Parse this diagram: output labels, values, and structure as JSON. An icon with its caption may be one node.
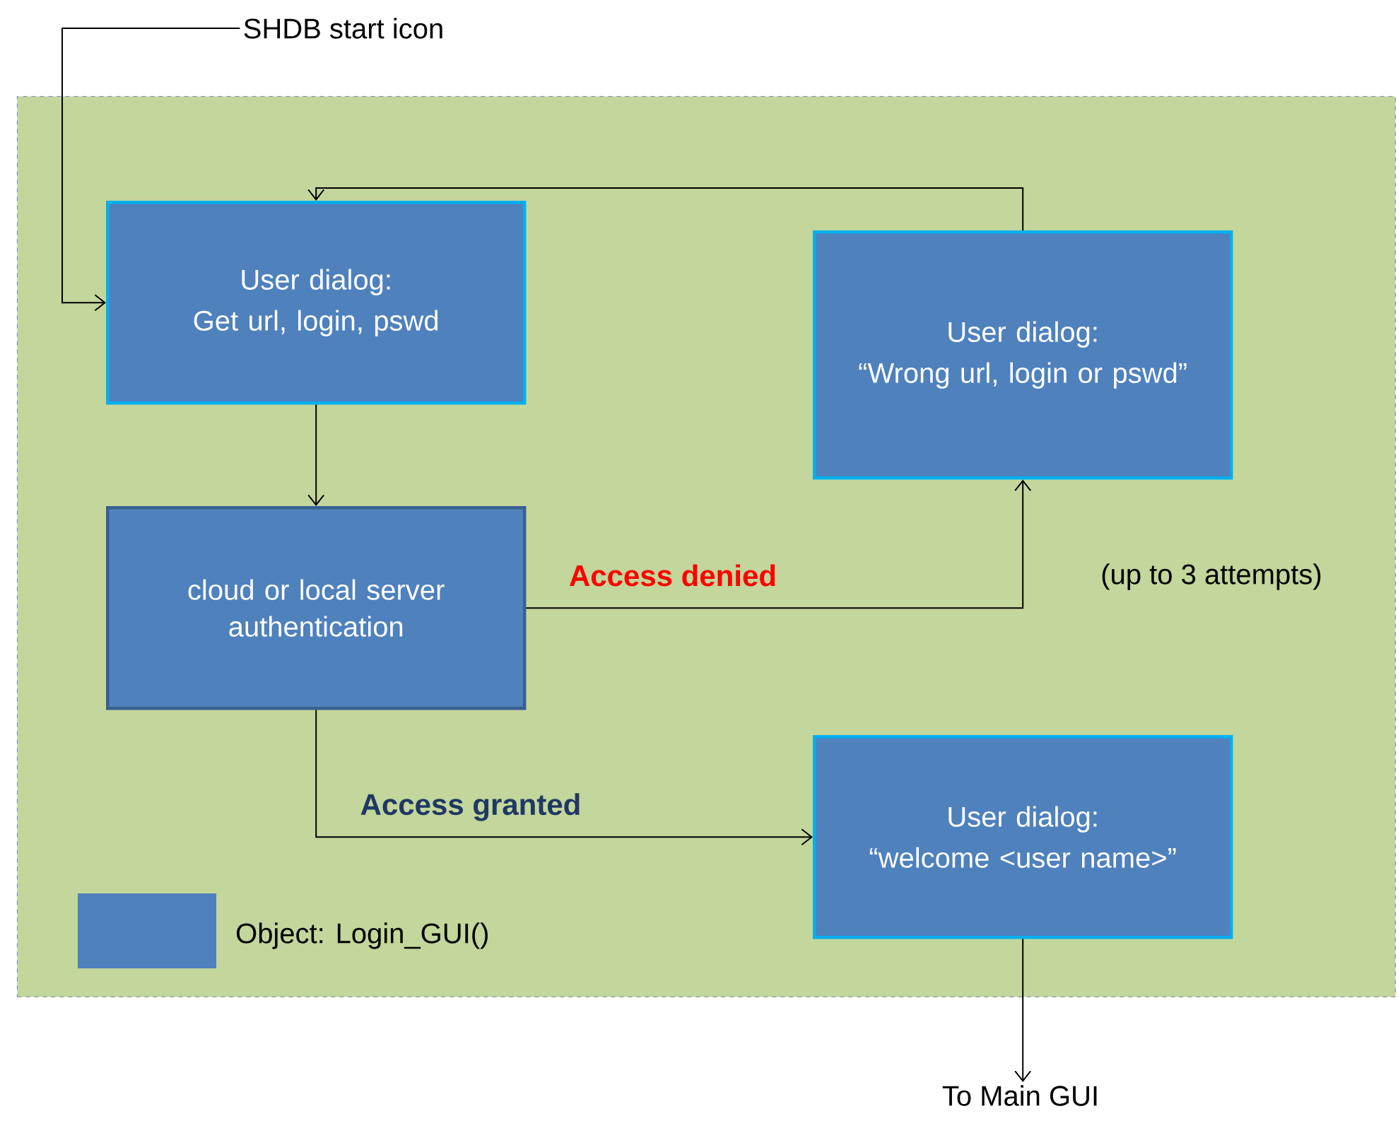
{
  "diagram": {
    "nodes": [
      {
        "text": [],
        "shape": "box"
      },
      {
        "text": [
          "SHDB start icon"
        ]
      },
      {
        "text": [
          "User dialog:",
          "Get url, login, pswd"
        ],
        "in": 0
      },
      {
        "text": [
          "cloud or local server authentication"
        ],
        "in": 0
      },
      {
        "text": [
          "User dialog:",
          "“Wrong url, login or pswd”"
        ],
        "in": 0
      },
      {
        "text": [
          "User dialog:",
          "“welcome <user name>”"
        ],
        "in": 0
      },
      {
        "text": [
          "To Main GUI"
        ]
      }
    ],
    "edges": [
      {
        "from": 1,
        "to": 2,
        "arrow": "to"
      },
      {
        "from": 2,
        "to": 3,
        "arrow": "to"
      },
      {
        "from": 3,
        "to": 4,
        "arrow": "to",
        "label": "Access denied"
      },
      {
        "from": 4,
        "to": 2,
        "arrow": "to"
      },
      {
        "from": 3,
        "to": 5,
        "arrow": "to",
        "label": "Access granted"
      },
      {
        "from": 5,
        "to": 6,
        "arrow": "to"
      }
    ],
    "labels": [
      "(up to 3 attempts)"
    ],
    "legend": [
      {
        "text": "Object: Login_GUI()",
        "color": "#4f81bd"
      }
    ]
  }
}
